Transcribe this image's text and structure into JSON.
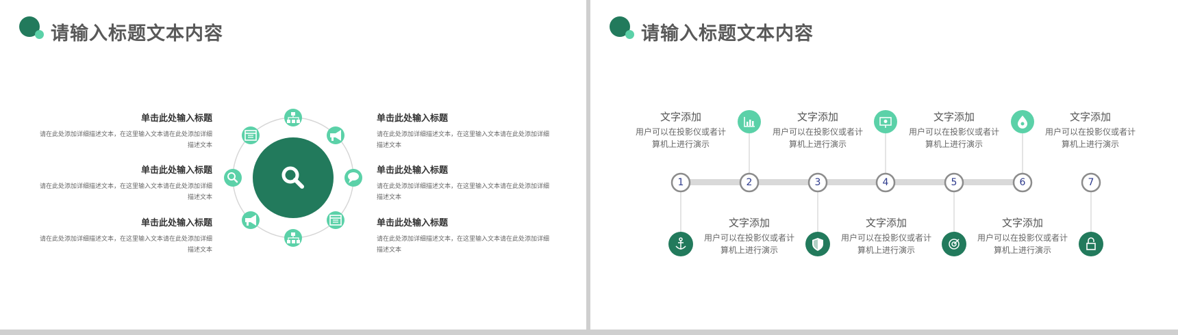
{
  "left_slide": {
    "title": "请输入标题文本内容",
    "items": [
      {
        "title": "单击此处输入标题",
        "desc": "请在此处添加详细描述文本，在这里输入文本请在此处添加详细描述文本"
      },
      {
        "title": "单击此处输入标题",
        "desc": "请在此处添加详细描述文本，在这里输入文本请在此处添加详细描述文本"
      },
      {
        "title": "单击此处输入标题",
        "desc": "请在此处添加详细描述文本，在这里输入文本请在此处添加详细描述文本"
      },
      {
        "title": "单击此处输入标题",
        "desc": "请在此处添加详细描述文本，在这里输入文本请在此处添加详细描述文本"
      },
      {
        "title": "单击此处输入标题",
        "desc": "请在此处添加详细描述文本，在这里输入文本请在此处添加详细描述文本"
      },
      {
        "title": "单击此处输入标题",
        "desc": "请在此处添加详细描述文本，在这里输入文本请在此处添加详细描述文本"
      }
    ],
    "center_icon": "search-icon",
    "ring_icons": [
      "org-chart-icon",
      "megaphone-icon",
      "chat-icon",
      "calendar-icon",
      "org-chart-icon",
      "megaphone-icon",
      "search-icon",
      "calendar-icon"
    ]
  },
  "right_slide": {
    "title": "请输入标题文本内容",
    "nodes": [
      "1",
      "2",
      "3",
      "4",
      "5",
      "6",
      "7"
    ],
    "top_items": [
      {
        "title": "文字添加",
        "desc": "用户可以在投影仪或者计算机上进行演示"
      },
      {
        "title": "文字添加",
        "desc": "用户可以在投影仪或者计算机上进行演示"
      },
      {
        "title": "文字添加",
        "desc": "用户可以在投影仪或者计算机上进行演示"
      },
      {
        "title": "文字添加",
        "desc": "用户可以在投影仪或者计算机上进行演示"
      }
    ],
    "bottom_items": [
      {
        "title": "文字添加",
        "desc": "用户可以在投影仪或者计算机上进行演示"
      },
      {
        "title": "文字添加",
        "desc": "用户可以在投影仪或者计算机上进行演示"
      },
      {
        "title": "文字添加",
        "desc": "用户可以在投影仪或者计算机上进行演示"
      }
    ],
    "top_icons": [
      "bar-chart-icon",
      "presentation-icon",
      "droplet-icon"
    ],
    "bottom_icons": [
      "anchor-icon",
      "shield-icon",
      "target-icon",
      "lock-icon"
    ]
  },
  "colors": {
    "dark_green": "#227a5c",
    "light_green": "#5bd1a8",
    "gray_text": "#595959"
  }
}
